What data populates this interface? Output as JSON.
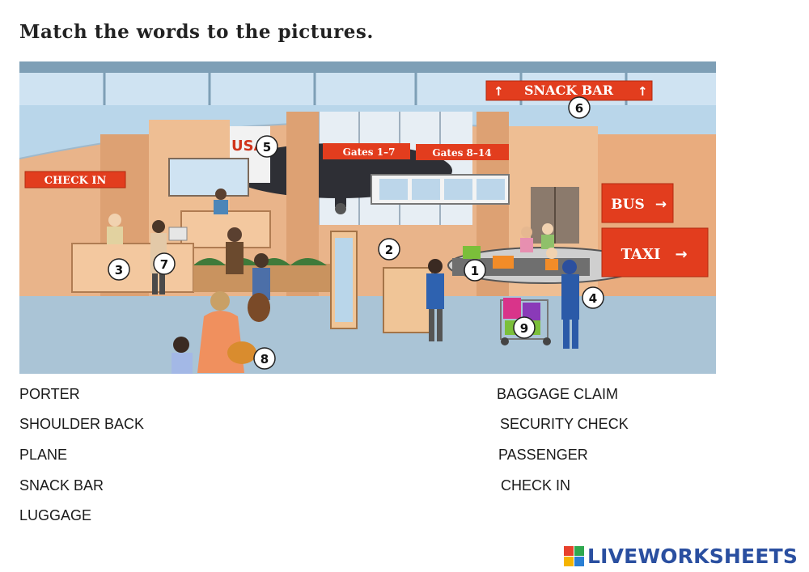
{
  "title": "Match the words to the pictures.",
  "scene": {
    "signs": {
      "snack_bar": "SNACK BAR",
      "check_in": "CHECK IN",
      "gates_left": "Gates 1–7",
      "gates_right": "Gates 8–14",
      "bus": "BUS",
      "taxi": "TAXI"
    },
    "numbers": [
      "1",
      "2",
      "3",
      "4",
      "5",
      "6",
      "7",
      "8",
      "9"
    ]
  },
  "words_left": [
    "PORTER",
    "SHOULDER BACK",
    "PLANE",
    "SNACK BAR",
    "LUGGAGE"
  ],
  "words_right": [
    "BAGGAGE CLAIM",
    "SECURITY CHECK",
    "PASSENGER",
    "CHECK IN"
  ],
  "brand": {
    "name": "LIVEWORKSHEETS",
    "logo_colors": [
      "#e8412c",
      "#2fa84f",
      "#f5b400",
      "#2a7fd4"
    ]
  }
}
